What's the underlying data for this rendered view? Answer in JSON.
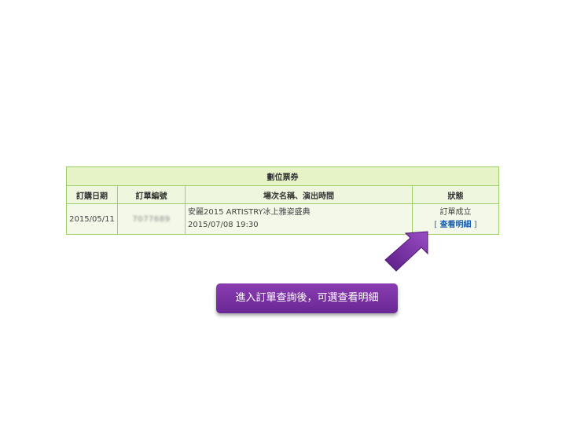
{
  "table": {
    "title": "劃位票券",
    "headers": {
      "date": "訂購日期",
      "order_no": "訂單編號",
      "event": "場次名稱、演出時間",
      "status": "狀態"
    },
    "rows": [
      {
        "date": "2015/05/11",
        "order_no": "7077689",
        "event_name": "安麗2015 ARTISTRY冰上雅姿盛典",
        "event_time": "2015/07/08 19:30",
        "status": "訂單成立",
        "bracket_open": "[",
        "detail_link": "查看明細",
        "bracket_close": "]"
      }
    ]
  },
  "callout": {
    "text": "進入訂單查詢後，可選查看明細"
  },
  "colors": {
    "border": "#9fcf6a",
    "header_bg": "#e6f3c6",
    "callout_bg": "#7a32a4",
    "link": "#1f5fa8"
  },
  "icons": {
    "pointer": "arrow-icon"
  }
}
